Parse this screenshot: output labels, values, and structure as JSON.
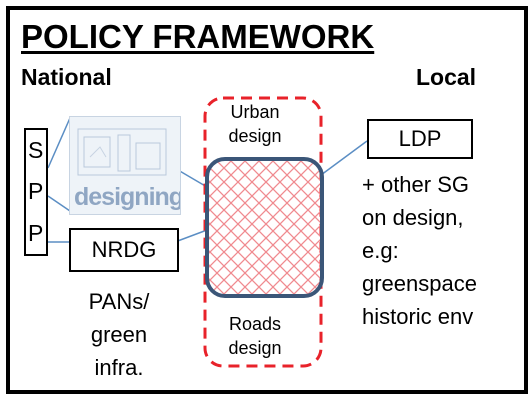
{
  "title": "POLICY FRAMEWORK",
  "headers": {
    "national": "National",
    "local": "Local"
  },
  "spp": [
    "S",
    "P",
    "P"
  ],
  "national_items": {
    "nrdg": "NRDG",
    "pans_lines": [
      "PANs/",
      "green",
      "infra."
    ],
    "thumbnail_word": "designing"
  },
  "center": {
    "top_lines": [
      "Urban",
      "design"
    ],
    "bottom_lines": [
      "Roads",
      "design"
    ]
  },
  "local_items": {
    "ldp": "LDP",
    "sg_lines": [
      "+ other SG",
      "on design,",
      "e.g:",
      "greenspace",
      "historic env"
    ]
  },
  "colors": {
    "dashed_outline": "#e8222a",
    "hatch": "#f08a8f",
    "center_border": "#3b5678",
    "connector": "#5b8ec4"
  }
}
